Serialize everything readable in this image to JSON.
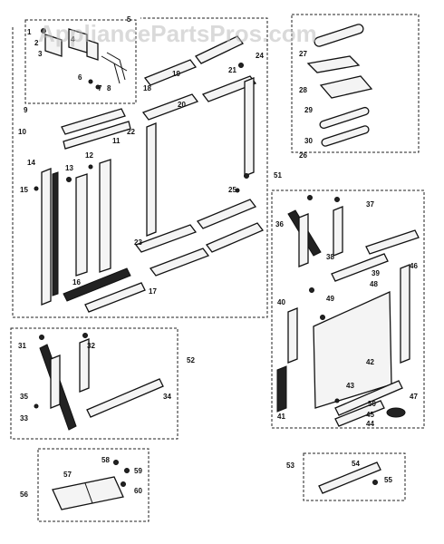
{
  "watermark": "AppliancePartsPros.com",
  "part_labels": [
    {
      "id": "p1",
      "text": "1"
    },
    {
      "id": "p2",
      "text": "2"
    },
    {
      "id": "p3",
      "text": "3"
    },
    {
      "id": "p4",
      "text": "4"
    },
    {
      "id": "p5",
      "text": "5"
    },
    {
      "id": "p6",
      "text": "6"
    },
    {
      "id": "p7",
      "text": "7"
    },
    {
      "id": "p8",
      "text": "8"
    },
    {
      "id": "p9",
      "text": "9"
    },
    {
      "id": "p10",
      "text": "10"
    },
    {
      "id": "p11",
      "text": "11"
    },
    {
      "id": "p12",
      "text": "12"
    },
    {
      "id": "p13",
      "text": "13"
    },
    {
      "id": "p14",
      "text": "14"
    },
    {
      "id": "p15",
      "text": "15"
    },
    {
      "id": "p16",
      "text": "16"
    },
    {
      "id": "p17",
      "text": "17"
    },
    {
      "id": "p18",
      "text": "18"
    },
    {
      "id": "p19",
      "text": "19"
    },
    {
      "id": "p20",
      "text": "20"
    },
    {
      "id": "p21",
      "text": "21"
    },
    {
      "id": "p22",
      "text": "22"
    },
    {
      "id": "p23",
      "text": "23"
    },
    {
      "id": "p24",
      "text": "24"
    },
    {
      "id": "p25",
      "text": "25"
    },
    {
      "id": "p26",
      "text": "26"
    },
    {
      "id": "p27",
      "text": "27"
    },
    {
      "id": "p28",
      "text": "28"
    },
    {
      "id": "p29",
      "text": "29"
    },
    {
      "id": "p30",
      "text": "30"
    },
    {
      "id": "p31",
      "text": "31"
    },
    {
      "id": "p32",
      "text": "32"
    },
    {
      "id": "p33",
      "text": "33"
    },
    {
      "id": "p34",
      "text": "34"
    },
    {
      "id": "p35",
      "text": "35"
    },
    {
      "id": "p36",
      "text": "36"
    },
    {
      "id": "p37",
      "text": "37"
    },
    {
      "id": "p38",
      "text": "38"
    },
    {
      "id": "p39",
      "text": "39"
    },
    {
      "id": "p40",
      "text": "40"
    },
    {
      "id": "p41",
      "text": "41"
    },
    {
      "id": "p42",
      "text": "42"
    },
    {
      "id": "p43",
      "text": "43"
    },
    {
      "id": "p44",
      "text": "44"
    },
    {
      "id": "p45",
      "text": "45"
    },
    {
      "id": "p46",
      "text": "46"
    },
    {
      "id": "p47",
      "text": "47"
    },
    {
      "id": "p48",
      "text": "48"
    },
    {
      "id": "p49",
      "text": "49"
    },
    {
      "id": "p50",
      "text": "50"
    },
    {
      "id": "p51",
      "text": "51"
    },
    {
      "id": "p52",
      "text": "52"
    },
    {
      "id": "p53",
      "text": "53"
    },
    {
      "id": "p54",
      "text": "54"
    },
    {
      "id": "p55",
      "text": "55"
    },
    {
      "id": "p56",
      "text": "56"
    },
    {
      "id": "p57",
      "text": "57"
    },
    {
      "id": "p58",
      "text": "58"
    },
    {
      "id": "p59",
      "text": "59"
    },
    {
      "id": "p60",
      "text": "60"
    }
  ]
}
